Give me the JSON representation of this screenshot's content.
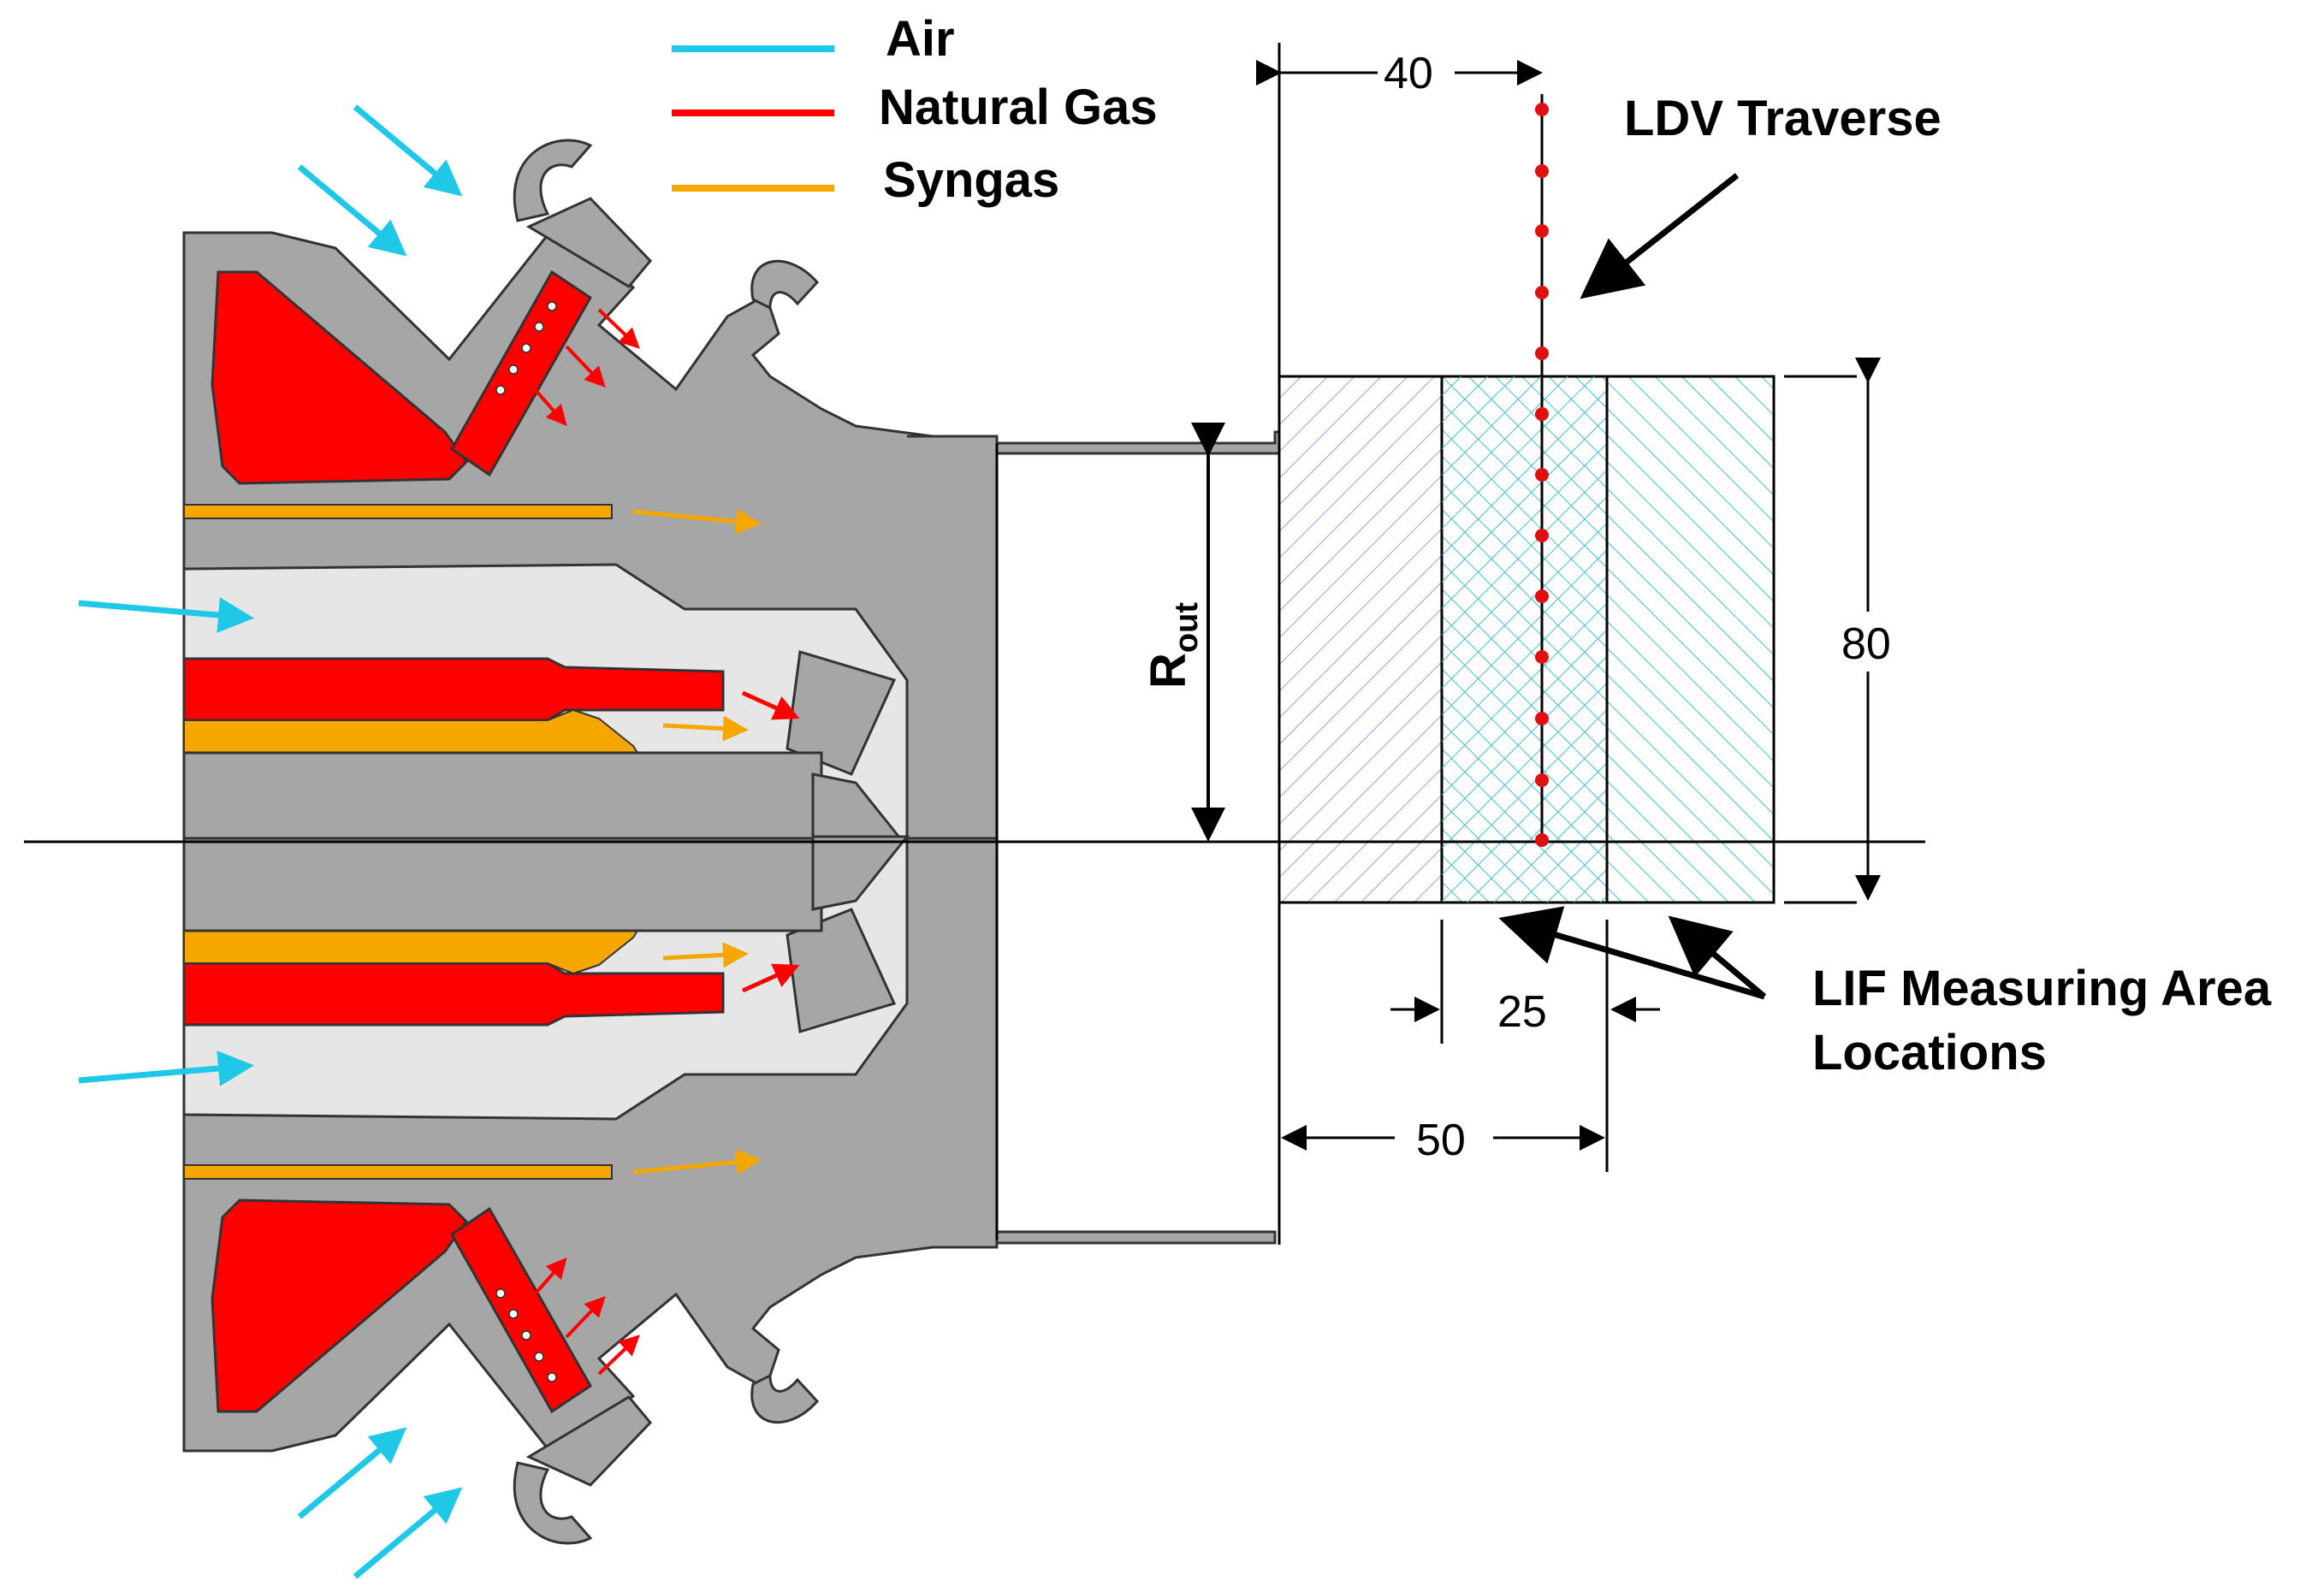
{
  "legend": {
    "items": [
      {
        "label": "Air",
        "color": "#20c8e8"
      },
      {
        "label": "Natural Gas",
        "color": "#ff0000"
      },
      {
        "label": "Syngas",
        "color": "#f5a700"
      }
    ]
  },
  "labels": {
    "ldv_traverse": "LDV Traverse",
    "lif_line1": "LIF Measuring Area",
    "lif_line2": "Locations",
    "r_out_main": "R",
    "r_out_sub": "out"
  },
  "dimensions": {
    "d40": "40",
    "d80": "80",
    "d25": "25",
    "d50": "50"
  },
  "colors": {
    "air": "#20c8e8",
    "natural_gas": "#ff0000",
    "syngas": "#f5a700",
    "metal": "#a6a6a6",
    "passage": "#e6e6e6",
    "lif_hatch_1": "#9b9be6",
    "lif_hatch_2": "#3cc0cf"
  }
}
